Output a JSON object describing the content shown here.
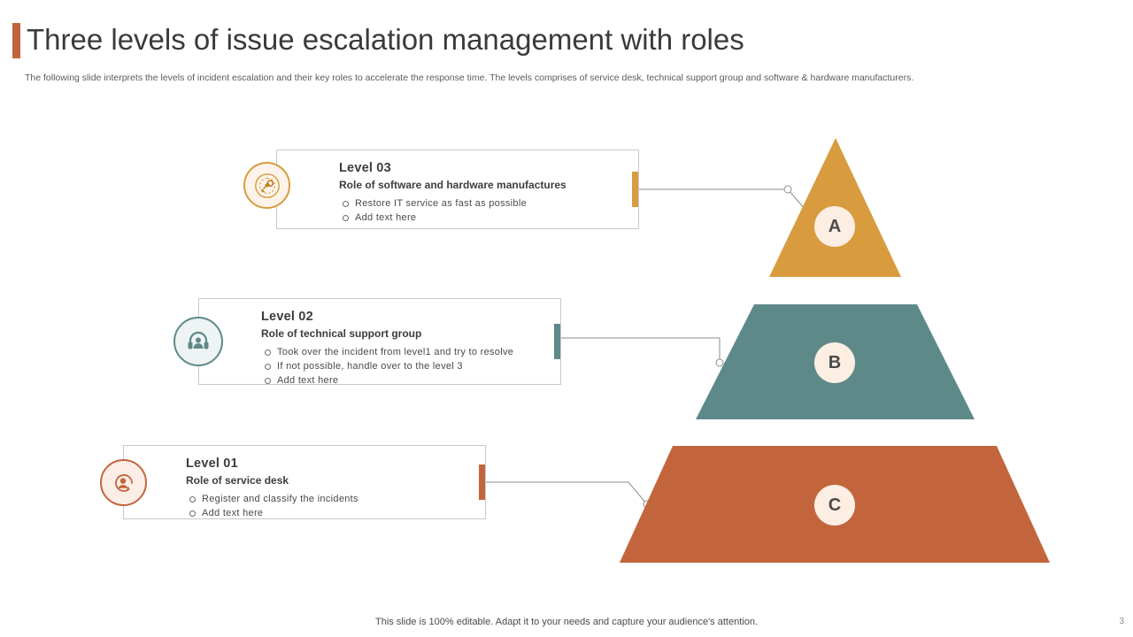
{
  "slide": {
    "title": "Three levels of issue escalation management with roles",
    "subtitle": "The following slide interprets the levels of incident escalation and their key roles to accelerate the response time. The levels comprises of service desk, technical support group and software & hardware manufacturers.",
    "footer": "This slide is 100% editable. Adapt it to your needs and capture your audience's attention.",
    "page_number": "3",
    "accent_color": "#c3653c"
  },
  "levels": [
    {
      "id": "level-03",
      "level_label": "Level 03",
      "role_title": "Role of software and hardware manufactures",
      "bullets": [
        "Restore IT  service as fast as possible",
        "Add text here"
      ],
      "icon_name": "gear-tools-icon",
      "color": "#d89b3e",
      "shape_letter": "A",
      "shape_type": "triangle"
    },
    {
      "id": "level-02",
      "level_label": "Level 02",
      "role_title": "Role of technical support group",
      "bullets": [
        "Took over  the incident from level1  and try to resolve",
        "If not possible, handle over  to the level  3",
        "Add text here"
      ],
      "icon_name": "headset-support-icon",
      "color": "#5d8a89",
      "shape_letter": "B",
      "shape_type": "trapezoid"
    },
    {
      "id": "level-01",
      "level_label": "Level 01",
      "role_title": "Role of service desk",
      "bullets": [
        "Register  and classify the incidents",
        "Add text here"
      ],
      "icon_name": "user-support-icon",
      "color": "#c3653c",
      "shape_letter": "C",
      "shape_type": "trapezoid"
    }
  ]
}
